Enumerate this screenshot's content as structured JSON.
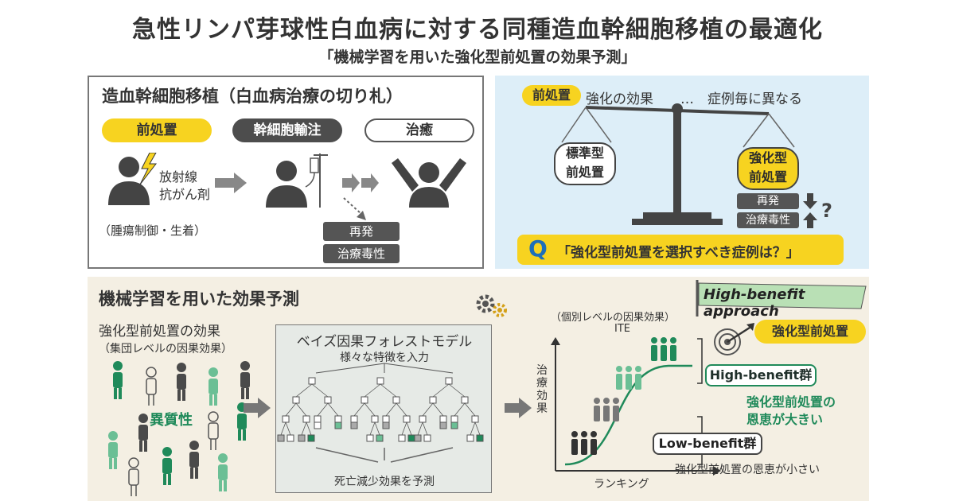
{
  "header": {
    "title": "急性リンパ芽球性白血病に対する同種造血幹細胞移植の最適化",
    "subtitle": "「機械学習を用いた強化型前処置の効果予測」"
  },
  "panel1": {
    "title": "造血幹細胞移植（白血病治療の切り札）",
    "step1": "前処置",
    "step2": "幹細胞輸注",
    "step3": "治癒",
    "treat1": "放射線",
    "treat2": "抗がん剤",
    "note": "（腫瘍制御・生着）",
    "risk1": "再発",
    "risk2": "治療毒性"
  },
  "panel2": {
    "head_tag": "前処置",
    "head_text": "強化の効果　　…　症例毎に異なる",
    "left_pan_1": "標準型",
    "left_pan_2": "前処置",
    "right_pan_1": "強化型",
    "right_pan_2": "前処置",
    "risk1": "再発",
    "risk2": "治療毒性",
    "q_mark": "?",
    "q_letter": "Q",
    "question": "「強化型前処置を選択すべき症例は？」"
  },
  "panel3": {
    "title": "機械学習を用いた効果予測",
    "effect_title": "強化型前処置の効果",
    "effect_sub": "（集団レベルの因果効果）",
    "heterogeneity": "異質性",
    "forest_title": "ベイズ因果フォレストモデル",
    "forest_input": "様々な特徴を入力",
    "forest_output": "死亡減少効果を予測",
    "banner": "High-benefit approach",
    "ite_caption": "（個別レベルの因果効果）",
    "ite_label": "ITE",
    "y_axis": "治療効果",
    "x_axis": "ランキング",
    "target_label": "強化型前処置",
    "hb_group": "High-benefit群",
    "hb_desc1": "強化型前処置の",
    "hb_desc2": "恩恵が大きい",
    "lb_group": "Low-benefit群",
    "lb_desc": "強化型前処置の恩恵が小さい"
  },
  "colors": {
    "accent_yellow": "#f7d320",
    "accent_green": "#1f8a5a",
    "panel2_bg": "#ddeef8",
    "panel3_bg": "#f4efe3"
  }
}
